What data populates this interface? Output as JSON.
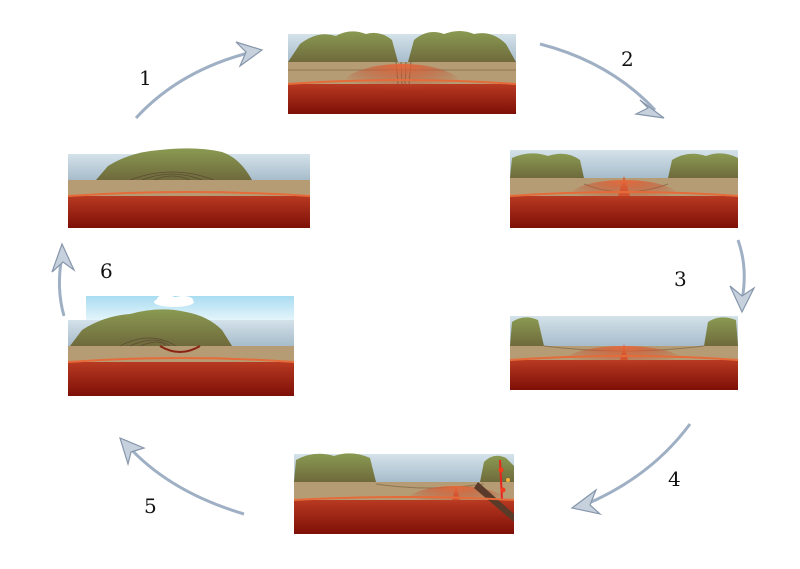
{
  "colors": {
    "mantle_dark": "#8e1309",
    "mantle_light": "#d2482a",
    "ocean": "#b6cad6",
    "ocean_top": "#c9d9e3",
    "continent": "#8f8f4f",
    "crust": "#b49a73",
    "arrow": "#a6b4c6",
    "sky": "#bfe2f2"
  },
  "steps": [
    {
      "number": "1",
      "stage": "supercontinent"
    },
    {
      "number": "2",
      "stage": "continental-rift"
    },
    {
      "number": "3",
      "stage": "widening-ocean-basin"
    },
    {
      "number": "4",
      "stage": "subduction-begins"
    },
    {
      "number": "5",
      "stage": "ocean-closing"
    },
    {
      "number": "6",
      "stage": "continental-collision"
    }
  ]
}
